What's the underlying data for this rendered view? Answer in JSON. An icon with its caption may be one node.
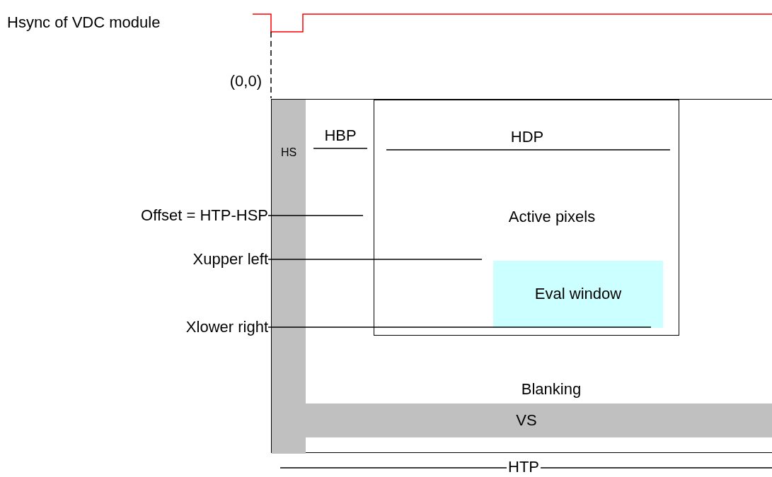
{
  "diagram": {
    "nodes": [
      {
        "text": [
          "Blanking"
        ]
      },
      {
        "text": [
          "HS"
        ],
        "in": 0
      },
      {
        "text": [
          "HDP",
          "Active pixels"
        ],
        "in": 0
      },
      {
        "text": [
          "Eval window"
        ],
        "in": 2
      },
      {
        "text": [
          "VS"
        ],
        "in": 0
      },
      {
        "text": [
          "Offset = HTP-HSP"
        ]
      },
      {
        "text": [
          "Xupper left"
        ]
      },
      {
        "text": [
          "Xlower right"
        ]
      }
    ],
    "edges": [
      {
        "from": 5,
        "to": null,
        "arrow": "none"
      },
      {
        "from": 6,
        "to": null,
        "arrow": "none"
      },
      {
        "from": 7,
        "to": 3,
        "arrow": "none"
      }
    ],
    "labels": [
      "Hsync of VDC module",
      "(0,0)",
      "HBP",
      "HTP"
    ]
  }
}
